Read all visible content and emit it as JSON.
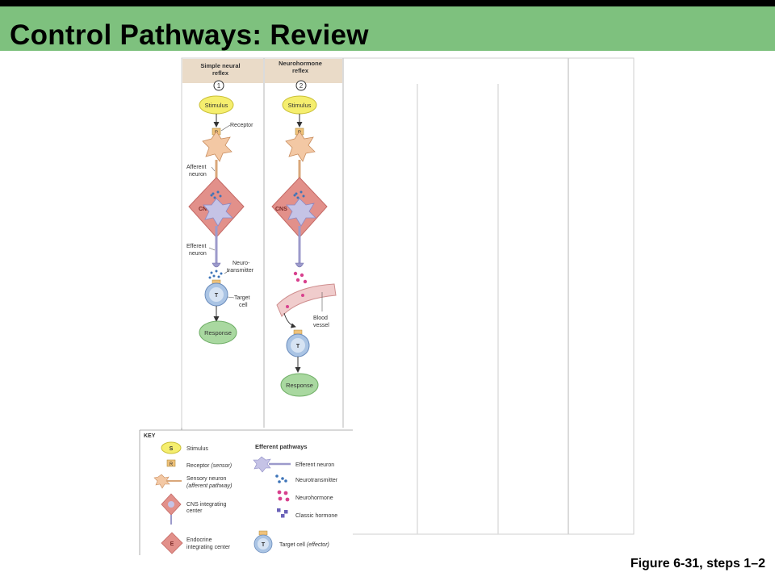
{
  "slide": {
    "title": "Control Pathways: Review",
    "caption": "Figure 6-31, steps 1–2"
  },
  "columns": [
    {
      "header_line1": "Simple neural",
      "header_line2": "reflex",
      "step": "1",
      "stimulus": "Stimulus",
      "receptor_letter": "R",
      "cns": "CNS",
      "target_letter": "T",
      "response": "Response",
      "labels": {
        "receptor": "Receptor",
        "afferent_1": "Afferent",
        "afferent_2": "neuron",
        "efferent_1": "Efferent",
        "efferent_2": "neuron",
        "neuro_1": "Neuro-",
        "neuro_2": "transmitter",
        "target_1": "Target",
        "target_2": "cell"
      }
    },
    {
      "header_line1": "Neurohormone",
      "header_line2": "reflex",
      "step": "2",
      "stimulus": "Stimulus",
      "receptor_letter": "R",
      "cns": "CNS",
      "target_letter": "T",
      "response": "Response",
      "labels": {
        "blood_1": "Blood",
        "blood_2": "vessel"
      }
    }
  ],
  "key": {
    "title": "KEY",
    "stimulus_letter": "S",
    "stimulus": "Stimulus",
    "receptor_letter": "R",
    "receptor": "Receptor",
    "receptor_italic": "(sensor)",
    "sensory_1": "Sensory neuron",
    "sensory_2": "(afferent pathway)",
    "cns_1": "CNS integrating",
    "cns_2": "center",
    "endocrine_letter": "E",
    "endocrine_1": "Endocrine",
    "endocrine_2": "integrating center",
    "efferent_title": "Efferent pathways",
    "efferent_neuron": "Efferent neuron",
    "neurotransmitter": "Neurotransmitter",
    "neurohormone": "Neurohormone",
    "classic_hormone": "Classic hormone",
    "target_letter": "T",
    "target": "Target cell",
    "target_italic": "(effector)"
  },
  "colors": {
    "title_bar": "#7ec17e",
    "column_header": "#eadbc8",
    "stimulus": "#f5ee6e",
    "response": "#a9d8a0",
    "receptor_cell": "#f3c8a4",
    "cns": "#e2908a",
    "efferent_cell": "#c5c3e6",
    "neurotransmitter": "#3d74b8",
    "neurohormone": "#d8418e",
    "classic_hormone": "#6b62b8",
    "target": "#aac4e4",
    "vessel": "#f0cccc"
  }
}
